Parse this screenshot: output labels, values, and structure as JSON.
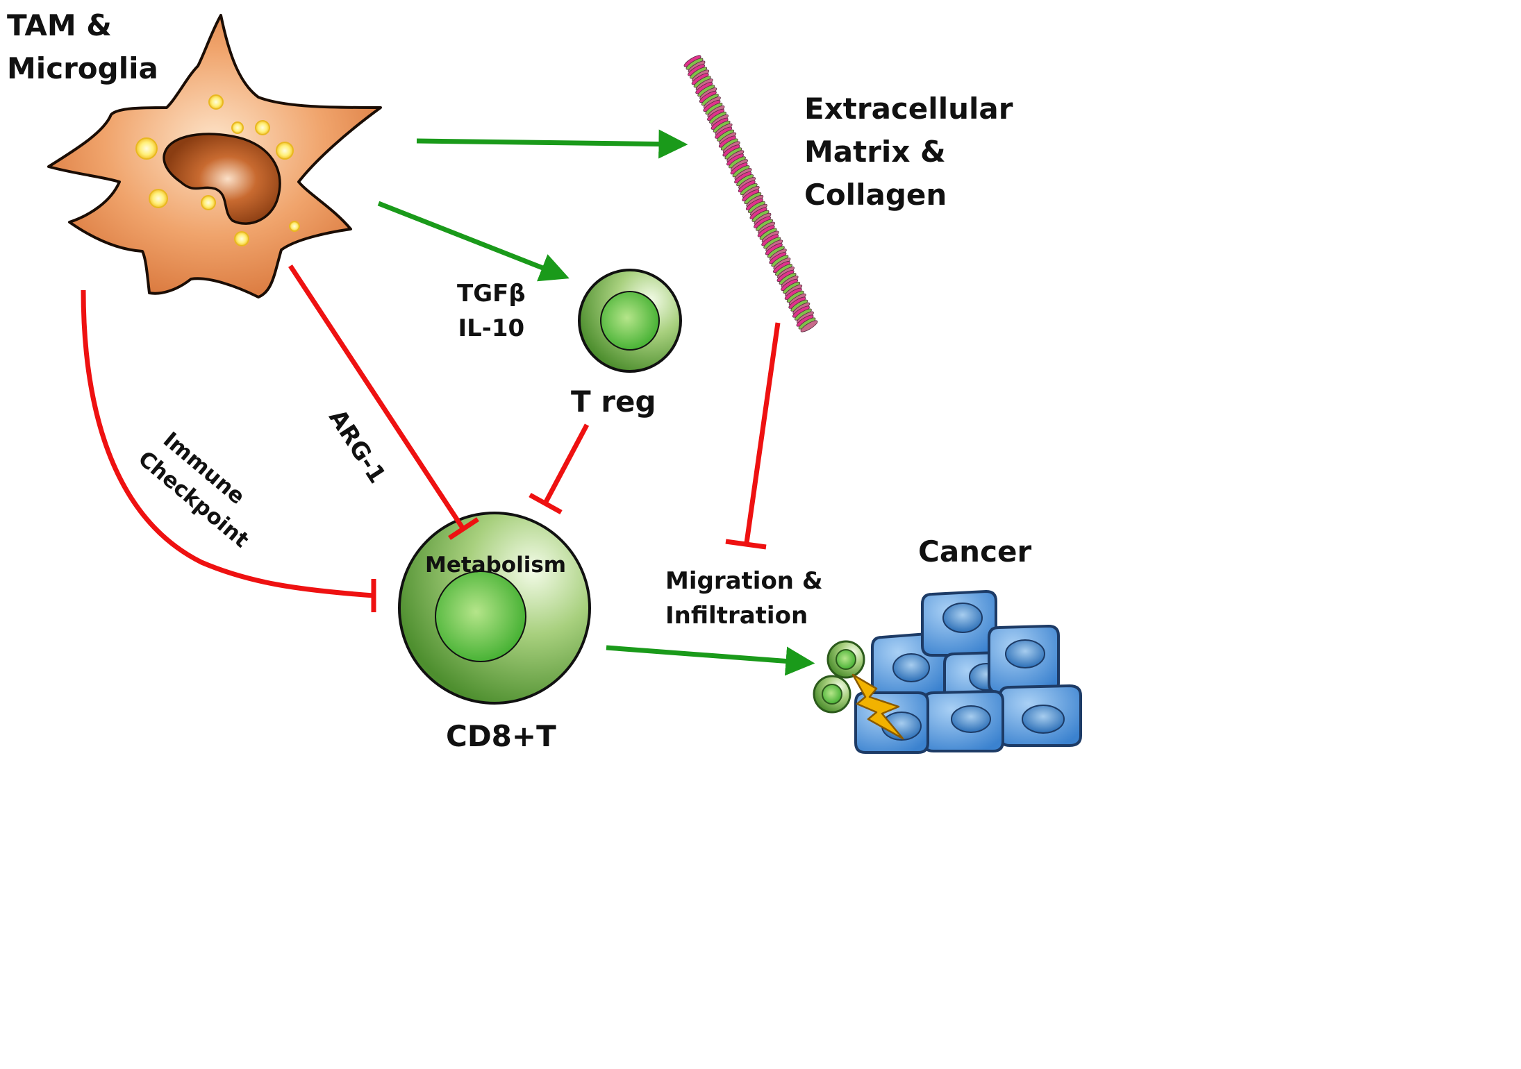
{
  "labels": {
    "tam": [
      "TAM &",
      "Microglia"
    ],
    "ecm": [
      "Extracellular",
      "Matrix &",
      "Collagen"
    ],
    "tgf": [
      "TGFβ",
      "IL-10"
    ],
    "treg": "T reg",
    "arg": "ARG-1",
    "immune": [
      "Immune",
      "Checkpoint"
    ],
    "metabolism": "Metabolism",
    "migration": [
      "Migration &",
      "Infiltration"
    ],
    "cancer": "Cancer",
    "cd8": "CD8+T"
  },
  "colors": {
    "activate": "#1a9a1a",
    "inhibit": "#ee1111",
    "tam_body": "#e8925a",
    "t_cell": "#5bb84a",
    "cancer_cell": "#4a90d9",
    "lightning": "#f2b200"
  },
  "edges": [
    {
      "from": "TAM & Microglia",
      "to": "Extracellular Matrix & Collagen",
      "type": "activate"
    },
    {
      "from": "TAM & Microglia",
      "to": "T reg",
      "type": "activate",
      "label": "TGFβ IL-10"
    },
    {
      "from": "TAM & Microglia",
      "to": "CD8+T",
      "type": "inhibit",
      "label": "ARG-1"
    },
    {
      "from": "TAM & Microglia",
      "to": "CD8+T",
      "type": "inhibit",
      "label": "Immune Checkpoint"
    },
    {
      "from": "T reg",
      "to": "CD8+T",
      "type": "inhibit"
    },
    {
      "from": "Extracellular Matrix & Collagen",
      "to": "Migration & Infiltration",
      "type": "inhibit"
    },
    {
      "from": "CD8+T",
      "to": "Cancer",
      "type": "activate"
    }
  ]
}
